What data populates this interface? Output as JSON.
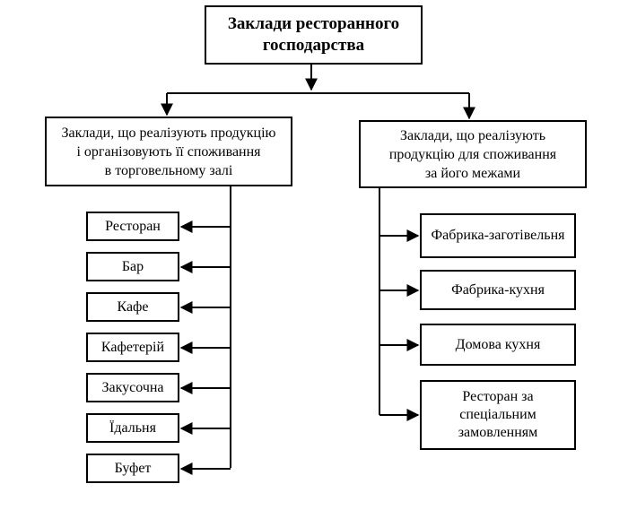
{
  "root": {
    "line1": "Заклади ресторанного",
    "line2": "господарства"
  },
  "left": {
    "title_lines": [
      "Заклади, що реалізують продукцію",
      "і організовують її споживання",
      "в торговельному залі"
    ],
    "items": [
      "Ресторан",
      "Бар",
      "Кафе",
      "Кафетерій",
      "Закусочна",
      "Їдальня",
      "Буфет"
    ]
  },
  "right": {
    "title_lines": [
      "Заклади, що реалізують",
      "продукцію для споживання",
      "за його межами"
    ],
    "items": [
      {
        "lines": [
          "Фабрика-заготівельня"
        ]
      },
      {
        "lines": [
          "Фабрика-кухня"
        ]
      },
      {
        "lines": [
          "Домова кухня"
        ]
      },
      {
        "lines": [
          "Ресторан за",
          "спеціальним",
          "замовленням"
        ]
      }
    ]
  }
}
